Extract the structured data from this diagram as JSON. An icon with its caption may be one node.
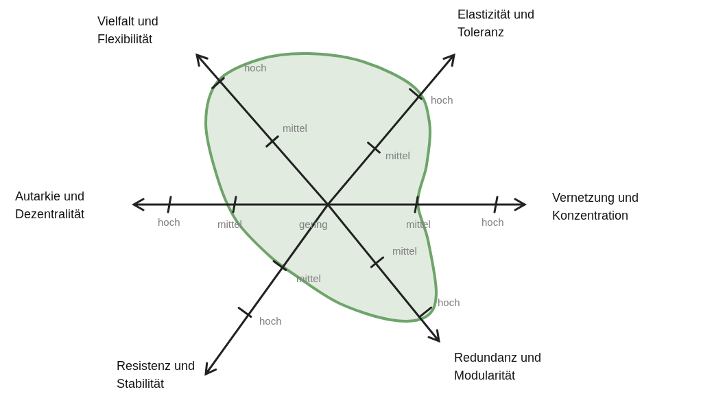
{
  "diagram": {
    "labels": [
      "Vielfalt und Flexibilität",
      "Elastizität und Toleranz",
      "hoch",
      "hoch",
      "mittel",
      "mittel",
      "Autarkie und Dezentralität",
      "Vernetzung und Konzentration",
      "hoch",
      "mittel",
      "gering",
      "mittel",
      "hoch",
      "mittel",
      "mittel",
      "hoch",
      "hoch",
      "Resistenz und Stabilität",
      "Redundanz und Modularität"
    ]
  }
}
